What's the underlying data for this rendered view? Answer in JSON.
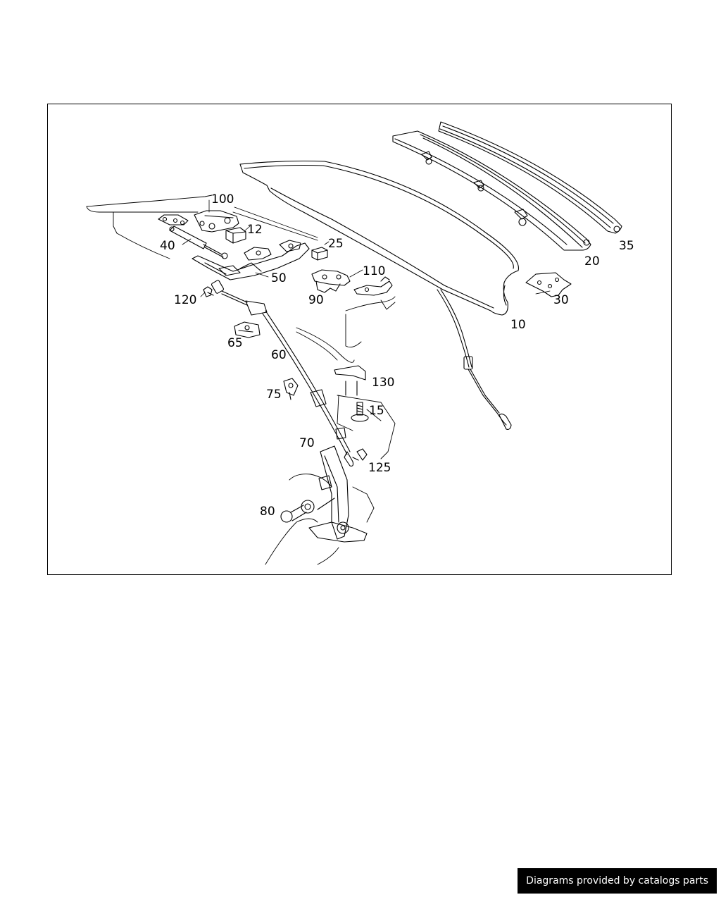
{
  "diagram": {
    "part_labels": {
      "p100": "100",
      "p12": "12",
      "p40": "40",
      "p25": "25",
      "p50": "50",
      "p110": "110",
      "p120": "120",
      "p90": "90",
      "p65": "65",
      "p60": "60",
      "p130": "130",
      "p75": "75",
      "p15": "15",
      "p70": "70",
      "p125": "125",
      "p80": "80",
      "p10": "10",
      "p30": "30",
      "p20": "20",
      "p35": "35"
    }
  },
  "footer": {
    "attribution": "Diagrams provided by catalogs parts"
  }
}
